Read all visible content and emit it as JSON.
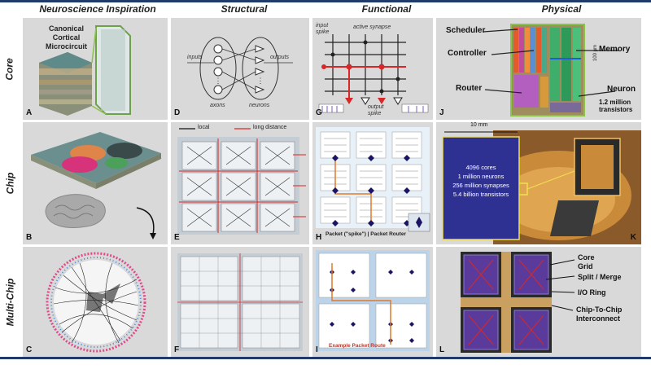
{
  "columns": [
    "Neuroscience Inspiration",
    "Structural",
    "Functional",
    "Physical"
  ],
  "rows": [
    "Core",
    "Chip",
    "Multi-Chip"
  ],
  "panel_letters": [
    "A",
    "B",
    "C",
    "D",
    "E",
    "F",
    "G",
    "H",
    "I",
    "J",
    "K",
    "L"
  ],
  "panel_A": {
    "line1": "Canonical",
    "line2": "Cortical",
    "line3": "Microcircuit"
  },
  "panel_D": {
    "inputs": "inputs",
    "outputs": "outputs",
    "axons": "axons",
    "neurons": "neurons"
  },
  "panel_E": {
    "local": "local",
    "long_distance": "long distance"
  },
  "panel_G": {
    "input_spike_1": "input",
    "input_spike_2": "spike",
    "active_synapse": "active synapse",
    "output_spike_1": "output",
    "output_spike_2": "spike"
  },
  "panel_H": {
    "caption": "Packet (\"spike\") | Packet Router"
  },
  "panel_I": {
    "caption": "Example Packet Route"
  },
  "panel_J": {
    "scheduler": "Scheduler",
    "controller": "Controller",
    "memory": "Memory",
    "router": "Router",
    "neuron": "Neuron",
    "transistors1": "1.2 million",
    "transistors2": "transistors",
    "scale": "100 µm"
  },
  "panel_K": {
    "scale": "10 mm",
    "line1": "4096 cores",
    "line2": "1 million neurons",
    "line3": "256 million synapses",
    "line4": "5.4 billion transistors"
  },
  "panel_L": {
    "core": "Core",
    "grid": "Grid",
    "split": "Split / Merge",
    "io": "I/O Ring",
    "c2c1": "Chip-To-Chip",
    "c2c2": "Interconnect"
  },
  "colors": {
    "rule": "#1f3a6b",
    "panel_bg": "#d9d9d9",
    "red": "#d62828",
    "blue_chip": "#2e3192",
    "navy": "#1b1464"
  }
}
